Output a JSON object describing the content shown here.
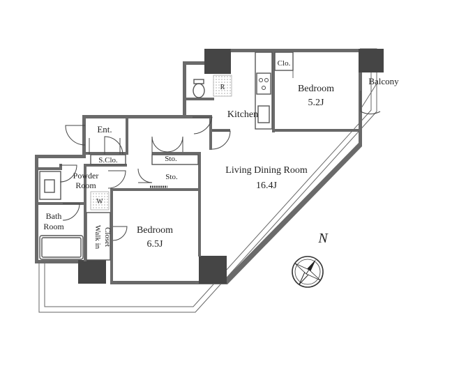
{
  "colors": {
    "wall": "#6a6a6a",
    "pillar": "#454545",
    "line": "#555555",
    "background": "#ffffff"
  },
  "rooms": {
    "bedroom_north": {
      "name": "Bedroom",
      "size": "5.2J"
    },
    "bedroom_south": {
      "name": "Bedroom",
      "size": "6.5J"
    },
    "ldk": {
      "name": "Living Dining Room",
      "size": "16.4J"
    },
    "kitchen": {
      "name": "Kitchen"
    },
    "balcony": {
      "name": "Balcony"
    },
    "entrance": {
      "name": "Ent."
    },
    "shoe_closet": {
      "name": "S.Clo."
    },
    "storage_upper": {
      "name": "Sto."
    },
    "storage_lower": {
      "name": "Sto."
    },
    "powder_room": {
      "line1": "Powder",
      "line2": "Room"
    },
    "bath_room": {
      "line1": "Bath",
      "line2": "Room"
    },
    "walk_in_closet": {
      "line1": "Walk in",
      "line2": "Closet"
    },
    "closet": {
      "name": "Clo."
    },
    "refrigerator": {
      "name": "R"
    },
    "washer": {
      "name": "W"
    }
  },
  "compass": {
    "north": "N"
  }
}
